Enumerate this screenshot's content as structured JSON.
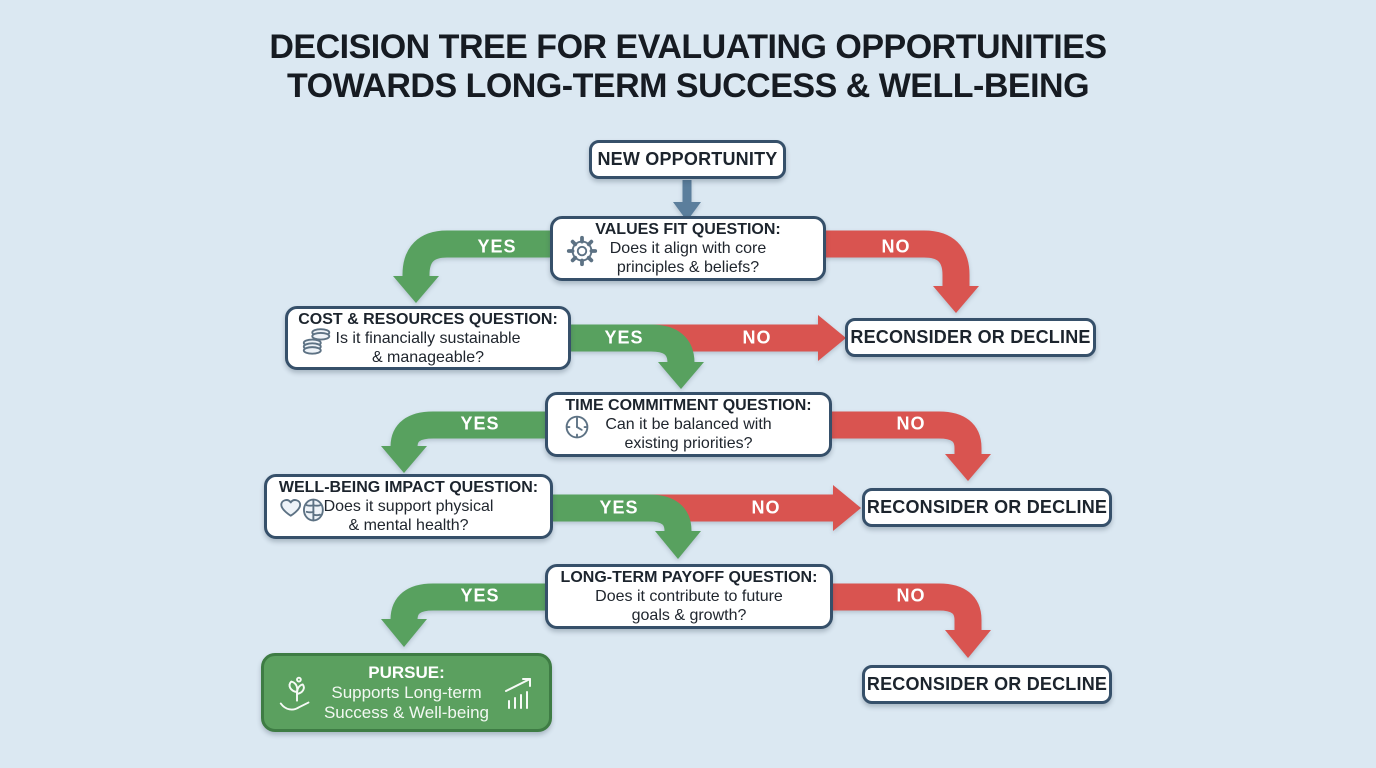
{
  "title": {
    "line1": "DECISION TREE FOR EVALUATING OPPORTUNITIES",
    "line2": "TOWARDS LONG-TERM SUCCESS & WELL-BEING"
  },
  "labels": {
    "yes": "YES",
    "no": "NO"
  },
  "colors": {
    "background": "#dbe8f2",
    "title_text": "#161b22",
    "box_border": "#36506a",
    "yes_arrow": "#58a15f",
    "no_arrow": "#d95450",
    "start_arrow": "#5b7e9c",
    "pursue_fill": "#5ba05f",
    "pursue_border": "#3e7c44"
  },
  "nodes": {
    "start": {
      "label": "NEW OPPORTUNITY"
    },
    "values_fit": {
      "title": "VALUES FIT QUESTION:",
      "line1": "Does it align with core",
      "line2": "principles & beliefs?",
      "icon": "gear-icon"
    },
    "cost_resources": {
      "title": "COST & RESOURCES QUESTION:",
      "line1": "Is it financially sustainable",
      "line2": "& manageable?",
      "icon": "coins-icon"
    },
    "time_commitment": {
      "title": "TIME COMMITMENT QUESTION:",
      "line1": "Can it be balanced with",
      "line2": "existing priorities?",
      "icon": "clock-icon"
    },
    "wellbeing_impact": {
      "title": "WELL-BEING IMPACT QUESTION:",
      "line1": "Does it support physical",
      "line2": "& mental health?",
      "icon": "heart-brain-icon"
    },
    "longterm_payoff": {
      "title": "LONG-TERM PAYOFF QUESTION:",
      "line1": "Does it contribute to future",
      "line2": "goals & growth?"
    },
    "pursue": {
      "title": "PURSUE:",
      "line1": "Supports Long-term",
      "line2": "Success & Well-being",
      "icon_left": "plant-hand-icon",
      "icon_right": "growth-chart-icon"
    },
    "reconsider1": {
      "label": "RECONSIDER OR DECLINE"
    },
    "reconsider2": {
      "label": "RECONSIDER OR DECLINE"
    },
    "reconsider3": {
      "label": "RECONSIDER OR DECLINE"
    }
  }
}
